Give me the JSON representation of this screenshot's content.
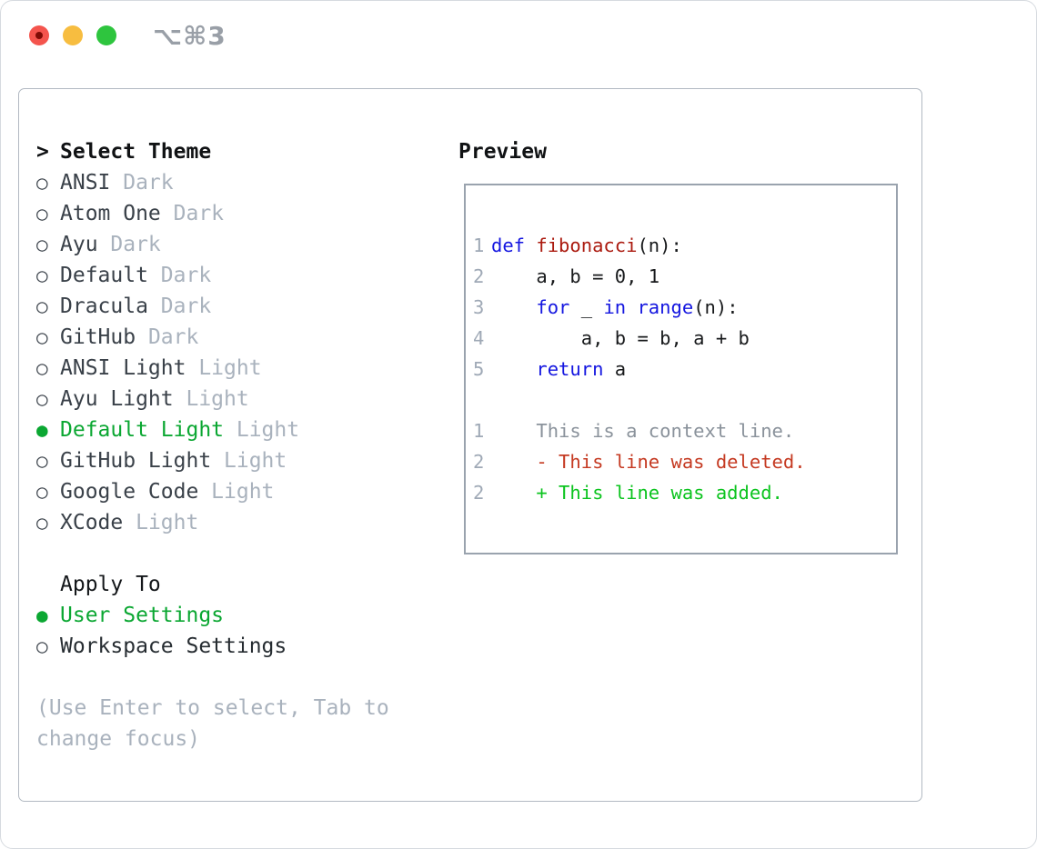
{
  "titlebar": {
    "shortcut": "⌥⌘3",
    "buttons": [
      {
        "name": "close",
        "color": "#f4544d",
        "dot_color": "#7e0b05"
      },
      {
        "name": "minimize",
        "color": "#f7bd40"
      },
      {
        "name": "zoom",
        "color": "#2ec53e"
      }
    ]
  },
  "theme_panel": {
    "markers": {
      "header": ">",
      "selected": "●",
      "unselected": "○"
    },
    "header": "Select Theme",
    "themes": [
      {
        "name": "ANSI",
        "variant": "Dark",
        "selected": false
      },
      {
        "name": "Atom One",
        "variant": "Dark",
        "selected": false
      },
      {
        "name": "Ayu",
        "variant": "Dark",
        "selected": false
      },
      {
        "name": "Default",
        "variant": "Dark",
        "selected": false
      },
      {
        "name": "Dracula",
        "variant": "Dark",
        "selected": false
      },
      {
        "name": "GitHub",
        "variant": "Dark",
        "selected": false
      },
      {
        "name": "ANSI Light",
        "variant": "Light",
        "selected": false
      },
      {
        "name": "Ayu Light",
        "variant": "Light",
        "selected": false
      },
      {
        "name": "Default Light",
        "variant": "Light",
        "selected": true
      },
      {
        "name": "GitHub Light",
        "variant": "Light",
        "selected": false
      },
      {
        "name": "Google Code",
        "variant": "Light",
        "selected": false
      },
      {
        "name": "XCode",
        "variant": "Light",
        "selected": false
      }
    ],
    "apply_to": {
      "header": "Apply To",
      "options": [
        {
          "label": "User Settings",
          "selected": true
        },
        {
          "label": "Workspace Settings",
          "selected": false
        }
      ]
    },
    "hint_lines": [
      "(Use Enter to select, Tab to",
      "change focus)"
    ]
  },
  "preview_panel": {
    "header": "Preview",
    "code_lines": [
      {
        "num": "1",
        "tokens": [
          {
            "c": "kw",
            "t": "def"
          },
          {
            "c": "pl",
            "t": " "
          },
          {
            "c": "fn",
            "t": "fibonacci"
          },
          {
            "c": "pl",
            "t": "(n):"
          }
        ]
      },
      {
        "num": "2",
        "tokens": [
          {
            "c": "pl",
            "t": "    a, b = 0, 1"
          }
        ]
      },
      {
        "num": "3",
        "tokens": [
          {
            "c": "pl",
            "t": "    "
          },
          {
            "c": "kw",
            "t": "for"
          },
          {
            "c": "pl",
            "t": " _ "
          },
          {
            "c": "kw",
            "t": "in"
          },
          {
            "c": "pl",
            "t": " "
          },
          {
            "c": "kw",
            "t": "range"
          },
          {
            "c": "pl",
            "t": "(n):"
          }
        ]
      },
      {
        "num": "4",
        "tokens": [
          {
            "c": "pl",
            "t": "        a, b = b, a + b"
          }
        ]
      },
      {
        "num": "5",
        "tokens": [
          {
            "c": "pl",
            "t": "    "
          },
          {
            "c": "kw",
            "t": "return"
          },
          {
            "c": "pl",
            "t": " a"
          }
        ]
      }
    ],
    "diff_lines": [
      {
        "num": "1",
        "kind": "context",
        "text": "    This is a context line."
      },
      {
        "num": "2",
        "kind": "deleted",
        "text": "    - This line was deleted."
      },
      {
        "num": "2",
        "kind": "added",
        "text": "    + This line was added."
      }
    ]
  },
  "colors": {
    "accent_green": "#0ba732",
    "added_green": "#0cc41f",
    "deleted_red": "#c53a22",
    "keyword_blue": "#1416e0",
    "function_red": "#ab1a0f",
    "muted_gray": "#a9b2bd",
    "line_number_gray": "#9fa9b6"
  }
}
